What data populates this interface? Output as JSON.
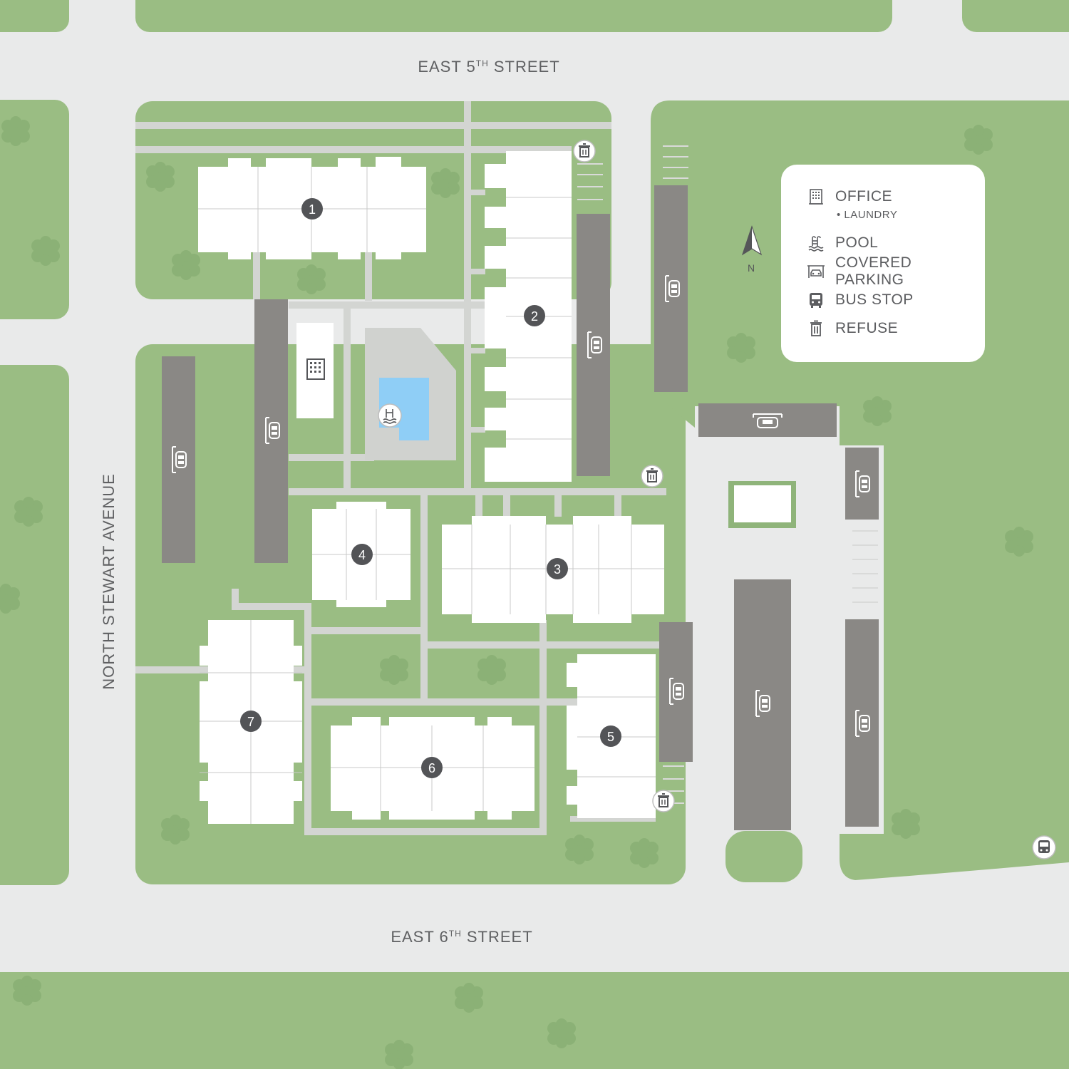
{
  "streets": {
    "north": {
      "name": "EAST 5",
      "suffix": "TH",
      "rest": " STREET"
    },
    "south": {
      "name": "EAST 6",
      "suffix": "TH",
      "rest": " STREET"
    },
    "west": {
      "name": "NORTH STEWART AVENUE"
    }
  },
  "buildings": [
    "1",
    "2",
    "3",
    "4",
    "5",
    "6",
    "7"
  ],
  "compass": {
    "label": "N"
  },
  "legend": {
    "items": [
      {
        "icon": "office-building-icon",
        "label": "OFFICE"
      },
      {
        "icon": "pool-ladder-icon",
        "label": "POOL"
      },
      {
        "icon": "covered-parking-icon",
        "label": "COVERED PARKING"
      },
      {
        "icon": "bus-icon",
        "label": "BUS STOP"
      },
      {
        "icon": "trash-can-icon",
        "label": "REFUSE"
      }
    ],
    "office_sub": "• LAUNDRY"
  },
  "colors": {
    "grass": "#9abd83",
    "road": "#e9eaea",
    "path": "#d3d5d2",
    "building": "#ffffff",
    "carport": "#8a8885",
    "pool_water": "#8fcef6",
    "pool_deck": "#d0d2cf",
    "tree": "#8fb47a",
    "marker": "#535457",
    "text": "#5f6062"
  }
}
